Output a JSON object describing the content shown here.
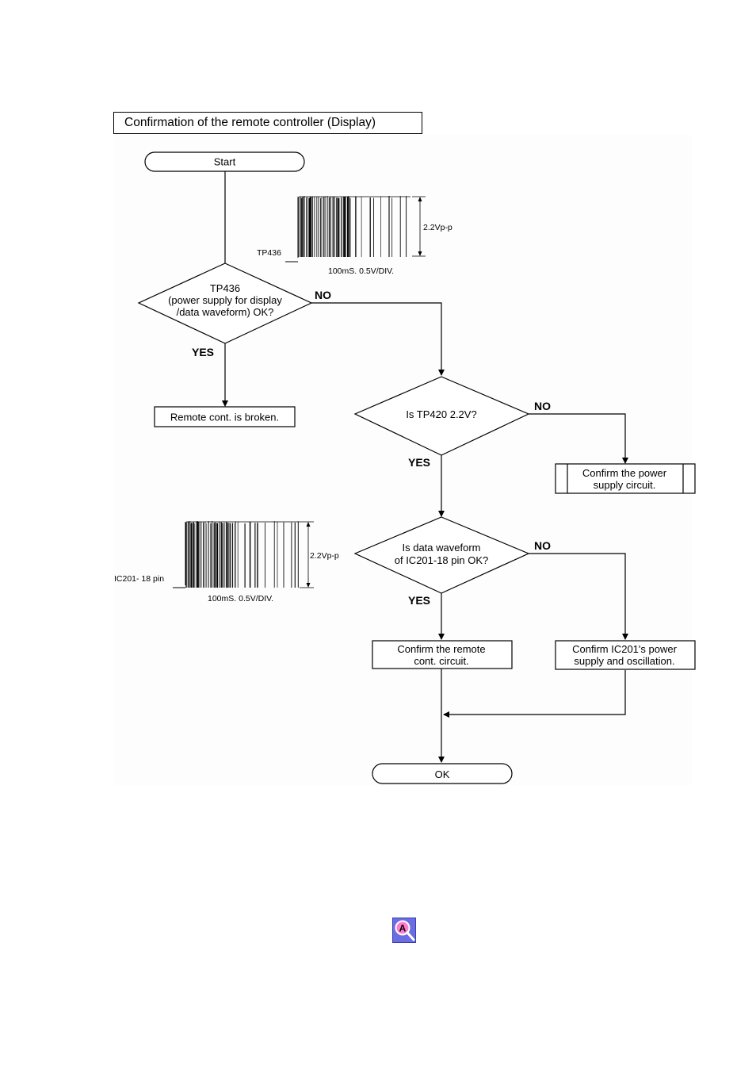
{
  "title": "Confirmation of the remote controller (Display)",
  "nodes": {
    "start": "Start",
    "tp436_decision": [
      "TP436",
      "(power supply for display",
      "/data waveform) OK?"
    ],
    "remote_broken": "Remote cont. is broken.",
    "tp420_decision": "Is TP420 2.2V?",
    "power_supply": [
      "Confirm the power",
      "supply circuit."
    ],
    "data_decision": [
      "Is data waveform",
      "of IC201-18 pin OK?"
    ],
    "remote_circuit": [
      "Confirm the remote",
      "cont. circuit."
    ],
    "ic201_power": [
      "Confirm IC201's power",
      "supply and oscillation."
    ],
    "ok": "OK"
  },
  "branch_labels": {
    "yes": "YES",
    "no": "NO"
  },
  "waveform1": {
    "probe": "TP436",
    "amplitude": "2.2Vp-p",
    "scale": "100mS. 0.5V/DIV."
  },
  "waveform2": {
    "probe": "IC201- 18 pin",
    "amplitude": "2.2Vp-p",
    "scale": "100mS. 0.5V/DIV."
  },
  "icons": {
    "footer": "search-icon"
  }
}
